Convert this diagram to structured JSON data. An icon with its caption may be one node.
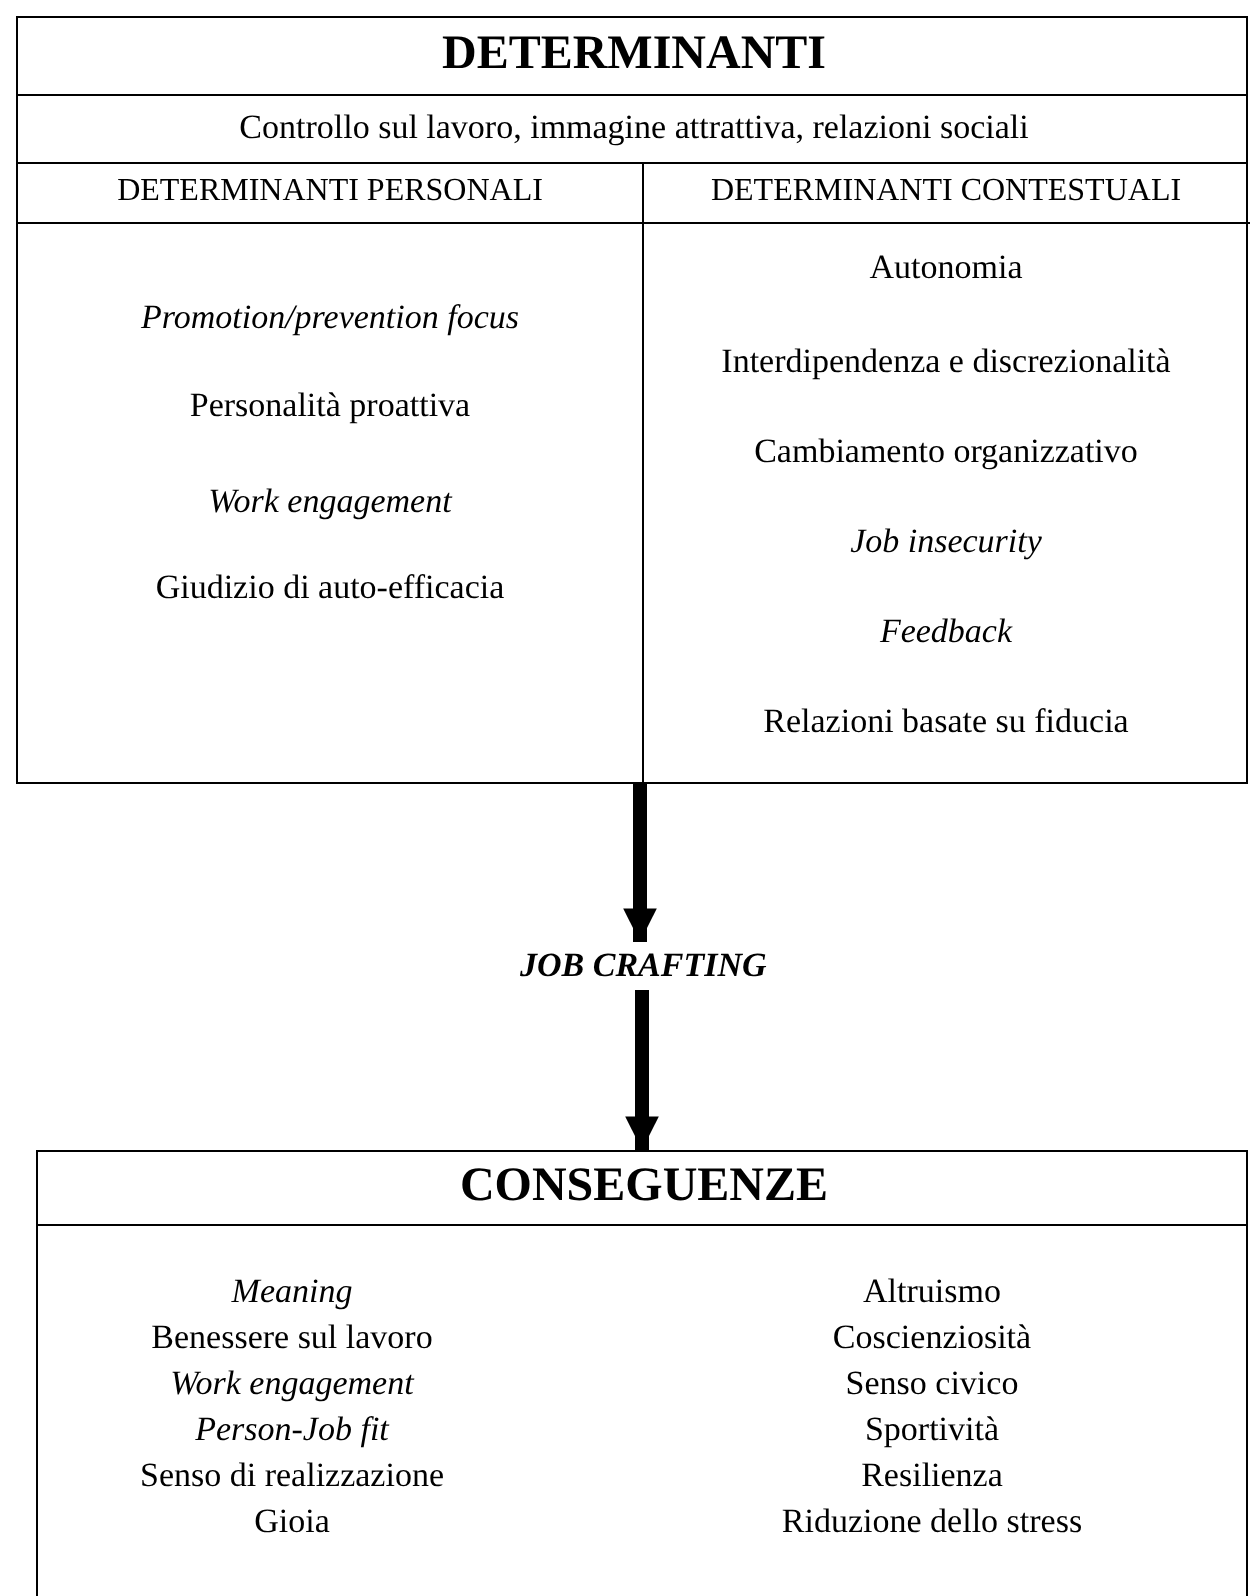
{
  "diagram": {
    "nodes": [
      {
        "text": [
          "DETERMINANTI",
          "Controllo sul lavoro, immagine attrattiva, relazioni sociali"
        ]
      },
      {
        "text": [
          "DETERMINANTI PERSONALI",
          "Promotion/prevention focus",
          "Personalità proattiva",
          "Work engagement",
          "Giudizio di auto-efficacia"
        ],
        "in": 0
      },
      {
        "text": [
          "DETERMINANTI CONTESTUALI",
          "Autonomia",
          "Interdipendenza e discrezionalità",
          "Cambiamento organizzativo",
          "Job insecurity",
          "Feedback",
          "Relazioni basate su fiducia"
        ],
        "in": 0
      },
      {
        "text": [
          "JOB CRAFTING"
        ]
      },
      {
        "text": [
          "CONSEGUENZE",
          "Meaning",
          "Benessere sul lavoro",
          "Work engagement",
          "Person-Job fit",
          "Senso di realizzazione",
          "Gioia",
          "Altruismo",
          "Coscienziosità",
          "Senso civico",
          "Sportività",
          "Resilienza",
          "Riduzione dello stress"
        ]
      }
    ],
    "edges": [
      {
        "from": 0,
        "to": 3,
        "arrow": "to"
      },
      {
        "from": 3,
        "to": 4,
        "arrow": "to"
      }
    ]
  }
}
